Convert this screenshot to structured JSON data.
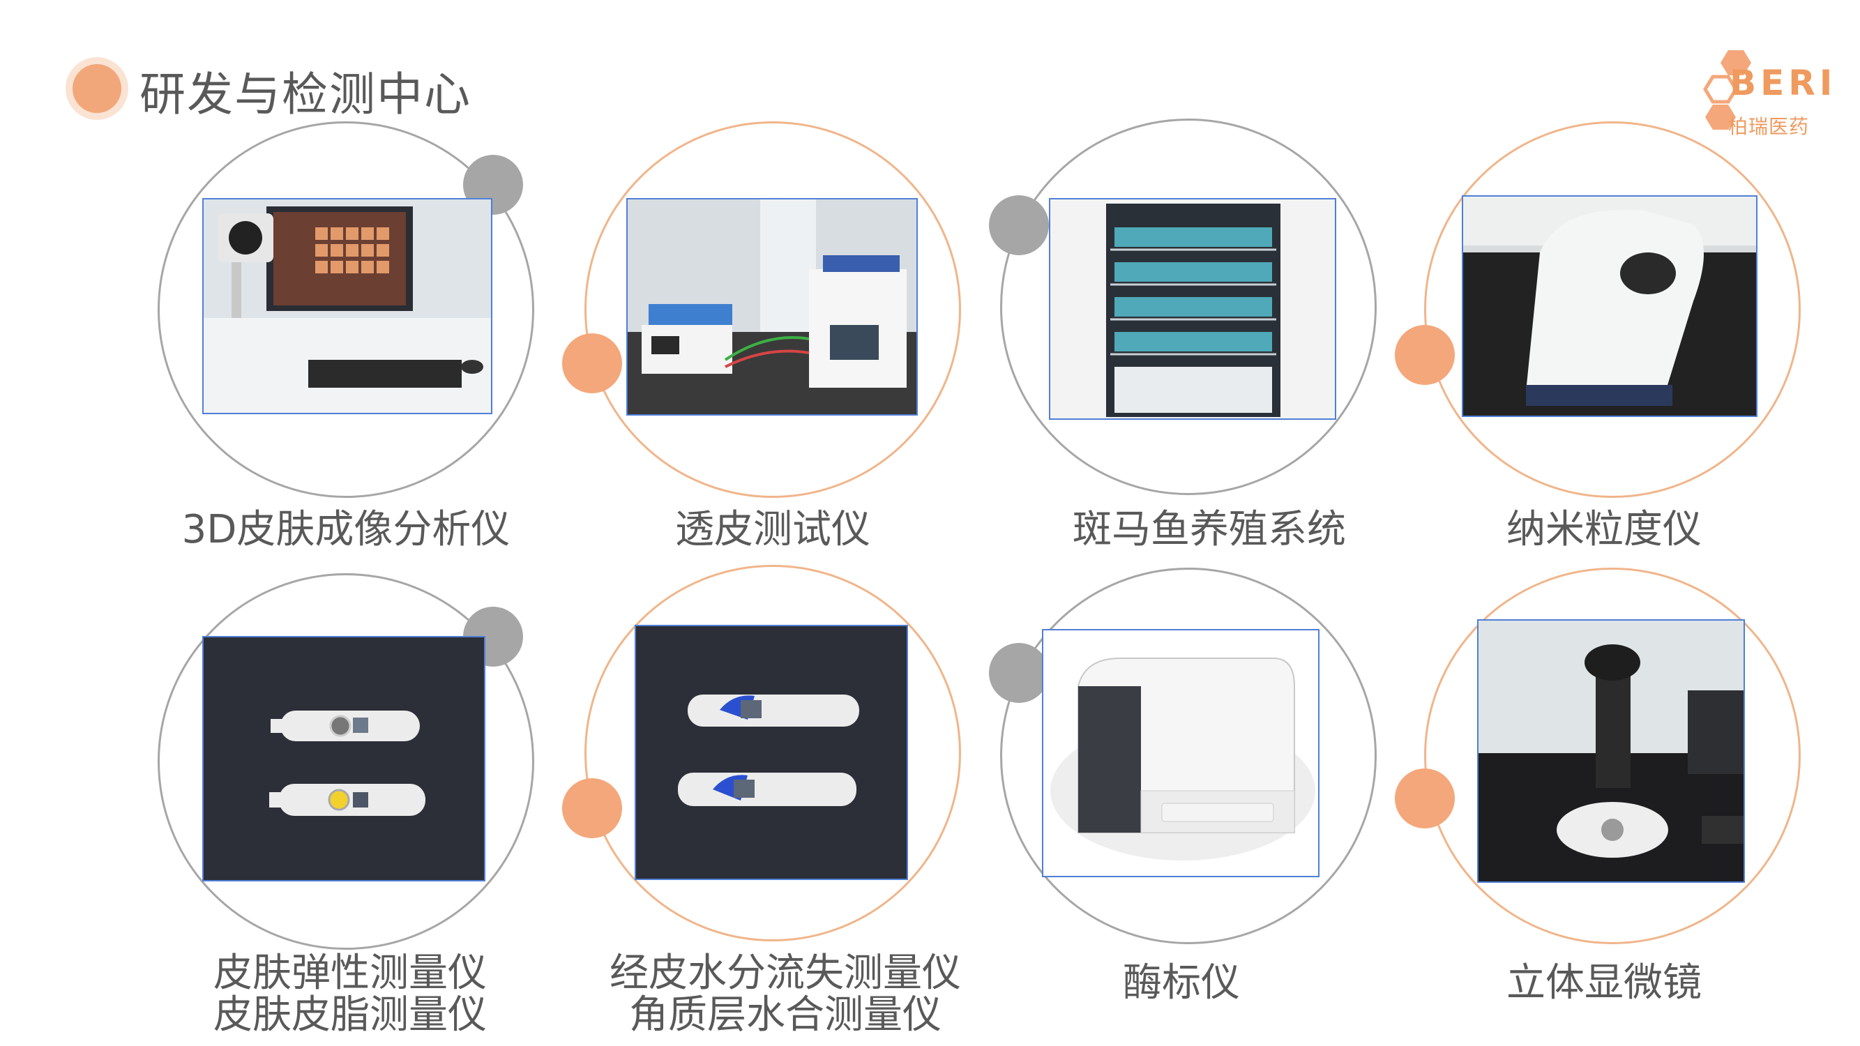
{
  "header": {
    "title": "研发与检测中心"
  },
  "logo": {
    "text": "BERI",
    "subtitle": "柏瑞医药",
    "color": "#ef9a5e"
  },
  "colors": {
    "accent": "#f4a77a",
    "gray": "#a6a6a6",
    "frame": "#4f7fd6",
    "text": "#595959"
  },
  "instruments": [
    {
      "label": "3D皮肤成像分析仪"
    },
    {
      "label": "透皮测试仪"
    },
    {
      "label": "斑马鱼养殖系统"
    },
    {
      "label": "纳米粒度仪"
    },
    {
      "label_line1": "皮肤弹性测量仪",
      "label_line2": "皮肤皮脂测量仪"
    },
    {
      "label_line1": "经皮水分流失测量仪",
      "label_line2": "角质层水合测量仪"
    },
    {
      "label": "酶标仪"
    },
    {
      "label": "立体显微镜"
    }
  ]
}
